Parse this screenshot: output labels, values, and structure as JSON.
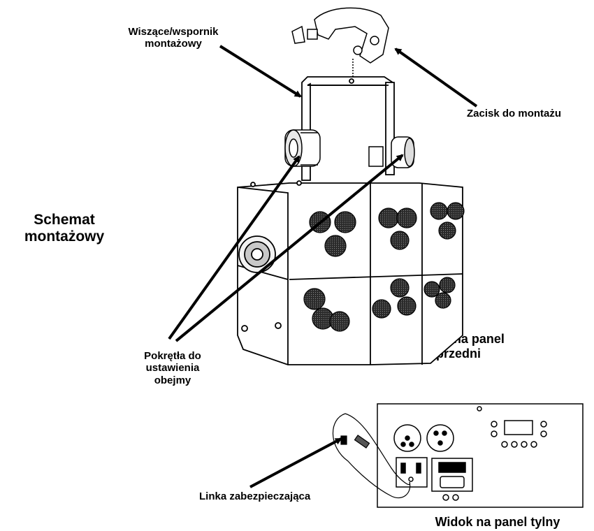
{
  "labels": {
    "hanging_bracket": [
      "Wiszące/wspornik",
      "montażowy"
    ],
    "mount_clamp": "Zacisk do montażu",
    "mounting_diagram": [
      "Schemat",
      "montażowy"
    ],
    "yoke_knobs": [
      "Pokrętła do",
      "ustawienia",
      "obejmy"
    ],
    "front_panel_view": [
      "Widok na panel",
      "przedni"
    ],
    "safety_cable": "Linka zabezpieczająca",
    "rear_panel_view": "Widok na panel tylny"
  },
  "icons": {
    "arrow": "arrow-icon",
    "clamp": "clamp-icon",
    "bracket": "bracket-icon",
    "fixture": "fixture-icon",
    "rear_panel": "rear-panel-icon",
    "cable": "safety-cable-icon"
  }
}
